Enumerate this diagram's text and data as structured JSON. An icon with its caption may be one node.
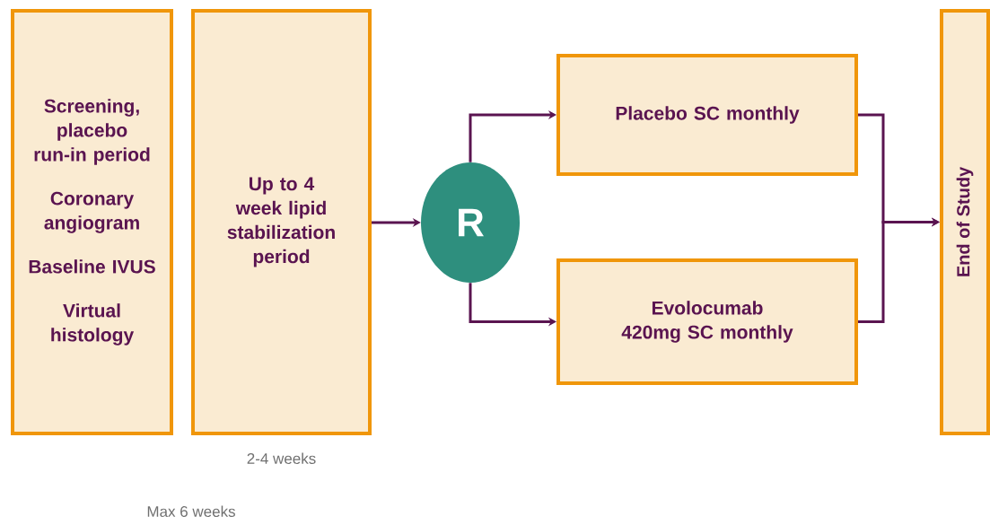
{
  "diagram": {
    "nodes": [
      {
        "text": [
          "Screening, placebo run-in period",
          "Coronary angiogram",
          "Baseline IVUS",
          "Virtual histology"
        ]
      },
      {
        "text": [
          "Up to 4 week lipid stabilization period"
        ],
        "beside": [
          "2-4 weeks"
        ]
      },
      {
        "text": [
          "R"
        ]
      },
      {
        "text": [
          "Placebo SC monthly"
        ]
      },
      {
        "text": [
          "Evolocumab 420mg SC monthly"
        ]
      },
      {
        "text": [
          "End of Study"
        ]
      }
    ],
    "edges": [
      {
        "from": 1,
        "to": 2,
        "arrow": "to"
      },
      {
        "from": 2,
        "to": 3,
        "arrow": "to"
      },
      {
        "from": 2,
        "to": 4,
        "arrow": "to"
      },
      {
        "from": 3,
        "to": 5,
        "arrow": "to"
      },
      {
        "from": 4,
        "to": 5,
        "arrow": "to"
      }
    ],
    "labels": [
      "Max 6 weeks"
    ]
  }
}
